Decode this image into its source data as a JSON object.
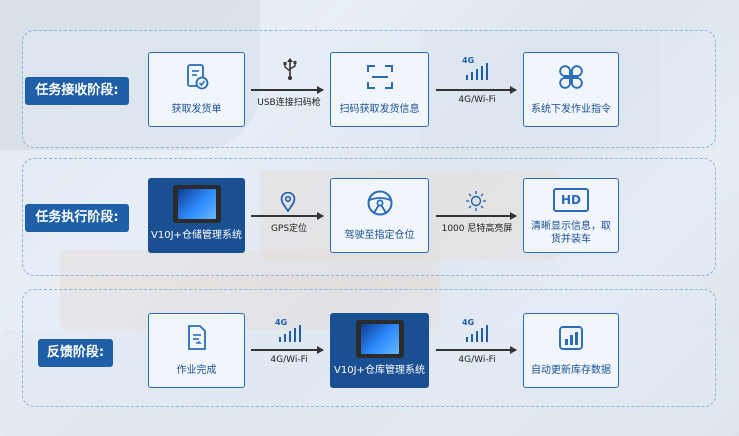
{
  "colors": {
    "accent": "#1f5fa8",
    "band_border": "#8fb2d8",
    "node_border": "#2a6cb5"
  },
  "stages": [
    {
      "label": "任务接收阶段:",
      "nodes": [
        {
          "caption": "获取发货单",
          "icon": "document-check-icon"
        },
        {
          "caption": "扫码获取发货信息",
          "icon": "scan-frame-icon"
        },
        {
          "caption": "系统下发作业指令",
          "icon": "four-petal-icon"
        }
      ],
      "connectors": [
        {
          "label": "USB连接扫码枪",
          "icon": "usb-icon"
        },
        {
          "label": "4G/Wi-Fi",
          "icon": "signal-4g-icon",
          "badge": "4G"
        }
      ]
    },
    {
      "label": "任务执行阶段:",
      "nodes": [
        {
          "caption": "V10J+仓储管理系统",
          "icon": "tablet-device"
        },
        {
          "caption": "驾驶至指定仓位",
          "icon": "steering-wheel-icon"
        },
        {
          "caption": "清晰显示信息，取货并装车",
          "caption_line1": "清晰显示信息，取",
          "caption_line2": "货并装车",
          "icon": "hd-icon",
          "icon_text": "HD"
        }
      ],
      "connectors": [
        {
          "label": "GPS定位",
          "icon": "location-pin-icon"
        },
        {
          "label": "1000 尼特高亮屏",
          "icon": "sun-icon"
        }
      ]
    },
    {
      "label": "反馈阶段:",
      "nodes": [
        {
          "caption": "作业完成",
          "icon": "document-edit-icon"
        },
        {
          "caption": "V10J+仓库管理系统",
          "icon": "tablet-device"
        },
        {
          "caption": "自动更新库存数据",
          "icon": "bar-chart-icon"
        }
      ],
      "connectors": [
        {
          "label": "4G/Wi-Fi",
          "icon": "signal-4g-icon",
          "badge": "4G"
        },
        {
          "label": "4G/Wi-Fi",
          "icon": "signal-4g-icon",
          "badge": "4G"
        }
      ]
    }
  ]
}
